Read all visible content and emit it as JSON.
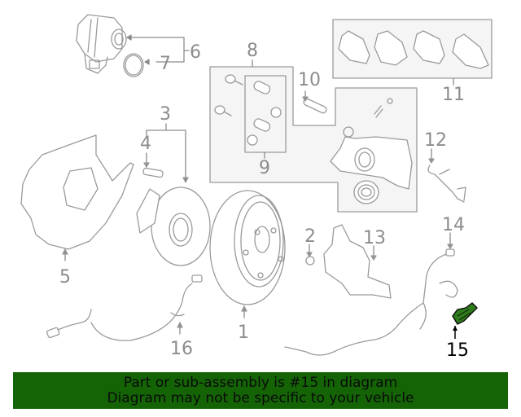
{
  "diagram": {
    "title": "Rear brake assembly parts diagram",
    "highlight_color": "#2f7a1c",
    "line_color": "#8c8c8c",
    "callouts": [
      {
        "id": "1",
        "label": "1",
        "part": "brake-rotor"
      },
      {
        "id": "2",
        "label": "2",
        "part": "rotor-screw"
      },
      {
        "id": "3",
        "label": "3",
        "part": "hub-bearing-assembly"
      },
      {
        "id": "4",
        "label": "4",
        "part": "hub-bolt"
      },
      {
        "id": "5",
        "label": "5",
        "part": "splash-shield"
      },
      {
        "id": "6",
        "label": "6",
        "part": "parking-brake-actuator"
      },
      {
        "id": "7",
        "label": "7",
        "part": "o-ring"
      },
      {
        "id": "8",
        "label": "8",
        "part": "caliper-assembly"
      },
      {
        "id": "9",
        "label": "9",
        "part": "guide-pin-boot-kit"
      },
      {
        "id": "10",
        "label": "10",
        "part": "guide-pin"
      },
      {
        "id": "11",
        "label": "11",
        "part": "brake-pads"
      },
      {
        "id": "12",
        "label": "12",
        "part": "pad-spring"
      },
      {
        "id": "13",
        "label": "13",
        "part": "caliper-bracket"
      },
      {
        "id": "14",
        "label": "14",
        "part": "abs-sensor-harness"
      },
      {
        "id": "15",
        "label": "15",
        "part": "abs-speed-sensor",
        "highlighted": true
      },
      {
        "id": "16",
        "label": "16",
        "part": "wiring-harness"
      }
    ]
  },
  "banner": {
    "line1": "Part or sub-assembly is #15 in diagram",
    "line2": "Diagram may not be specific to your vehicle",
    "background": "#146406"
  }
}
